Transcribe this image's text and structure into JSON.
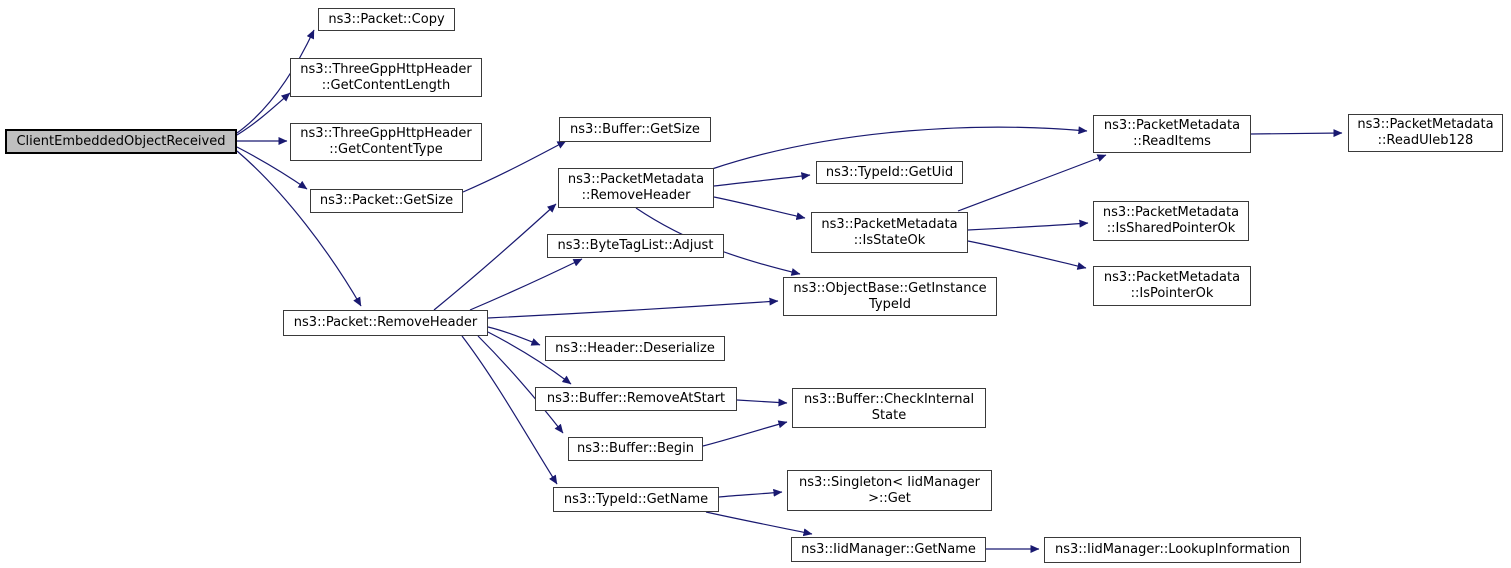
{
  "diagram": {
    "title": "ClientEmbeddedObjectReceived call graph",
    "type": "doxygen-call-graph",
    "colors": {
      "edge": "#191970",
      "node_border": "#3a3a3a",
      "node_fill": "#ffffff",
      "root_fill": "#bfbfbf",
      "text": "#000000",
      "background": "#ffffff"
    },
    "nodes": {
      "client": {
        "label": "ClientEmbeddedObjectReceived"
      },
      "packet_copy": {
        "label": "ns3::Packet::Copy"
      },
      "get_content_length": {
        "label": "ns3::ThreeGppHttpHeader\n::GetContentLength"
      },
      "get_content_type": {
        "label": "ns3::ThreeGppHttpHeader\n::GetContentType"
      },
      "packet_getsize": {
        "label": "ns3::Packet::GetSize"
      },
      "packet_removeheader": {
        "label": "ns3::Packet::RemoveHeader"
      },
      "buffer_getsize": {
        "label": "ns3::Buffer::GetSize"
      },
      "pm_removeheader": {
        "label": "ns3::PacketMetadata\n::RemoveHeader"
      },
      "bytetag_adjust": {
        "label": "ns3::ByteTagList::Adjust"
      },
      "header_deserialize": {
        "label": "ns3::Header::Deserialize"
      },
      "buffer_removeatstart": {
        "label": "ns3::Buffer::RemoveAtStart"
      },
      "buffer_begin": {
        "label": "ns3::Buffer::Begin"
      },
      "typeid_getname": {
        "label": "ns3::TypeId::GetName"
      },
      "typeid_getuid": {
        "label": "ns3::TypeId::GetUid"
      },
      "pm_isstateok": {
        "label": "ns3::PacketMetadata\n::IsStateOk"
      },
      "getinstance_typeid": {
        "label": "ns3::ObjectBase::GetInstance\nTypeId"
      },
      "buffer_checkinternalstate": {
        "label": "ns3::Buffer::CheckInternal\nState"
      },
      "singleton_get": {
        "label": "ns3::Singleton< IidManager\n>::Get"
      },
      "iidmanager_getname": {
        "label": "ns3::IidManager::GetName"
      },
      "pm_readitems": {
        "label": "ns3::PacketMetadata\n::ReadItems"
      },
      "pm_issharedpointerok": {
        "label": "ns3::PacketMetadata\n::IsSharedPointerOk"
      },
      "pm_ispointerok": {
        "label": "ns3::PacketMetadata\n::IsPointerOk"
      },
      "pm_readuleb128": {
        "label": "ns3::PacketMetadata\n::ReadUleb128"
      },
      "iidmanager_lookupinformation": {
        "label": "ns3::IidManager::LookupInformation"
      }
    },
    "edges": [
      {
        "from": "client",
        "to": "packet_copy"
      },
      {
        "from": "client",
        "to": "get_content_length"
      },
      {
        "from": "client",
        "to": "get_content_type"
      },
      {
        "from": "client",
        "to": "packet_getsize"
      },
      {
        "from": "client",
        "to": "packet_removeheader"
      },
      {
        "from": "packet_getsize",
        "to": "buffer_getsize"
      },
      {
        "from": "packet_removeheader",
        "to": "pm_removeheader"
      },
      {
        "from": "packet_removeheader",
        "to": "bytetag_adjust"
      },
      {
        "from": "packet_removeheader",
        "to": "getinstance_typeid"
      },
      {
        "from": "packet_removeheader",
        "to": "header_deserialize"
      },
      {
        "from": "packet_removeheader",
        "to": "buffer_removeatstart"
      },
      {
        "from": "packet_removeheader",
        "to": "buffer_begin"
      },
      {
        "from": "packet_removeheader",
        "to": "typeid_getname"
      },
      {
        "from": "pm_removeheader",
        "to": "pm_readitems"
      },
      {
        "from": "pm_removeheader",
        "to": "typeid_getuid"
      },
      {
        "from": "pm_removeheader",
        "to": "pm_isstateok"
      },
      {
        "from": "pm_removeheader",
        "to": "getinstance_typeid"
      },
      {
        "from": "pm_isstateok",
        "to": "pm_readitems"
      },
      {
        "from": "pm_isstateok",
        "to": "pm_issharedpointerok"
      },
      {
        "from": "pm_isstateok",
        "to": "pm_ispointerok"
      },
      {
        "from": "pm_readitems",
        "to": "pm_readuleb128"
      },
      {
        "from": "buffer_removeatstart",
        "to": "buffer_checkinternalstate"
      },
      {
        "from": "buffer_begin",
        "to": "buffer_checkinternalstate"
      },
      {
        "from": "typeid_getname",
        "to": "singleton_get"
      },
      {
        "from": "typeid_getname",
        "to": "iidmanager_getname"
      },
      {
        "from": "iidmanager_getname",
        "to": "iidmanager_lookupinformation"
      }
    ]
  }
}
